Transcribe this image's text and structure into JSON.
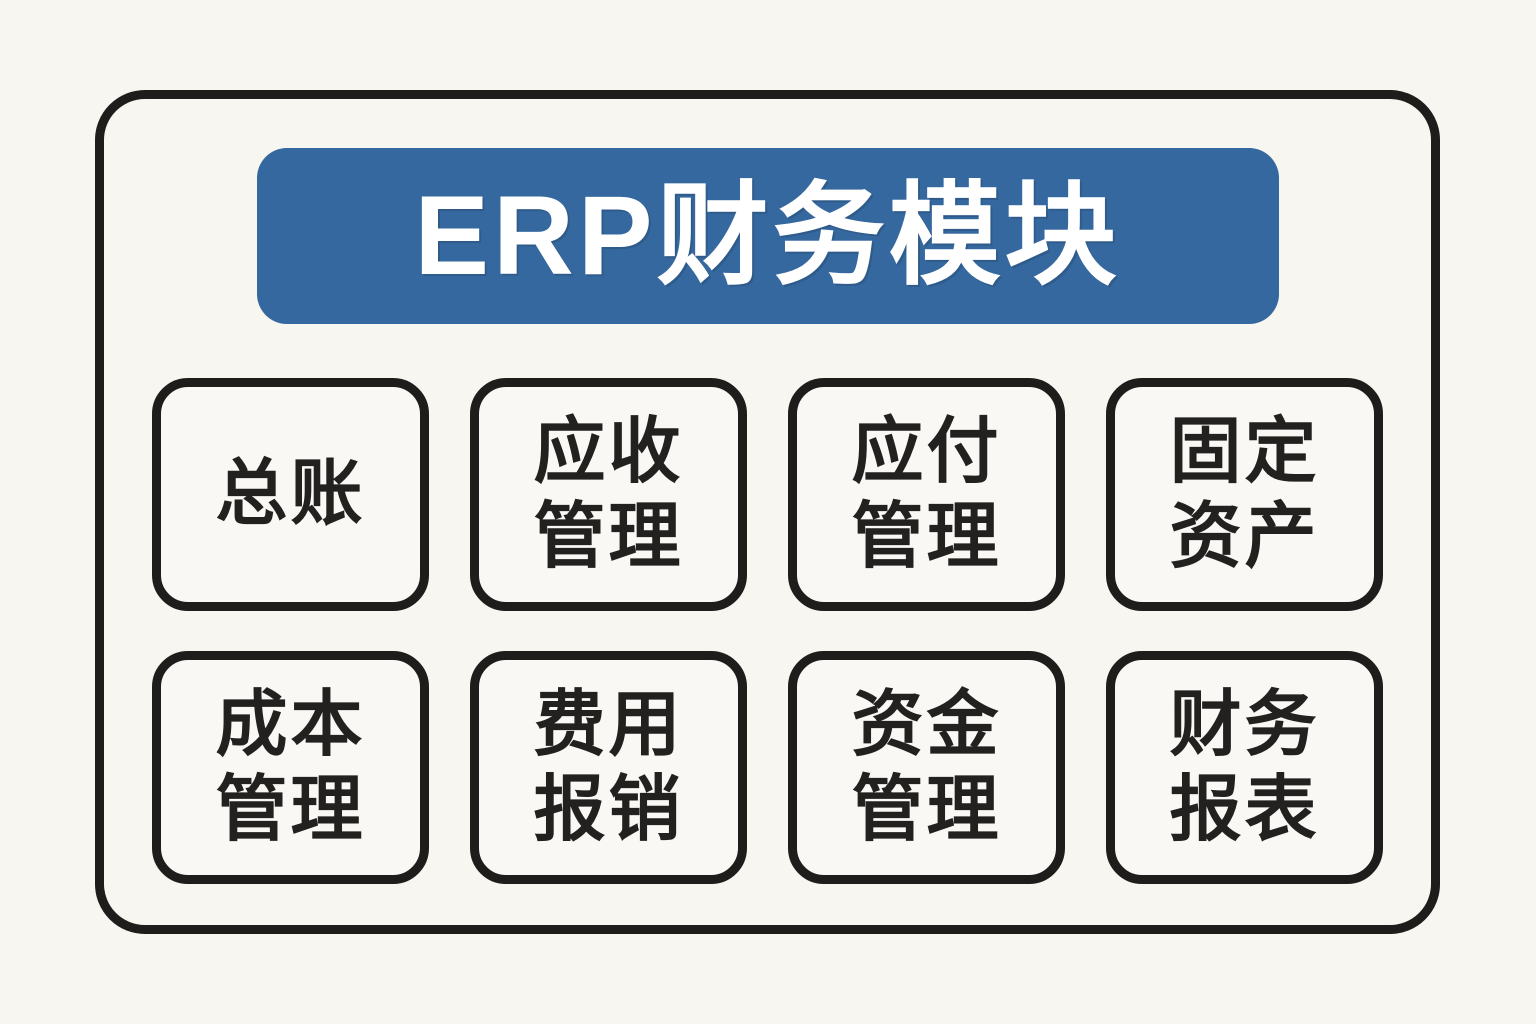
{
  "page": {
    "background_color": "#f8f6f1",
    "border_color": "#1e1d1b"
  },
  "header": {
    "title": "ERP财务模块",
    "background_color": "#34689f",
    "text_color": "#ffffff"
  },
  "modules": [
    {
      "id": "general-ledger",
      "label": "总账"
    },
    {
      "id": "accounts-receivable",
      "label": "应收\n管理"
    },
    {
      "id": "accounts-payable",
      "label": "应付\n管理"
    },
    {
      "id": "fixed-assets",
      "label": "固定\n资产"
    },
    {
      "id": "cost-management",
      "label": "成本\n管理"
    },
    {
      "id": "expense-reimbursement",
      "label": "费用\n报销"
    },
    {
      "id": "cash-management",
      "label": "资金\n管理"
    },
    {
      "id": "financial-reports",
      "label": "财务\n报表"
    }
  ]
}
